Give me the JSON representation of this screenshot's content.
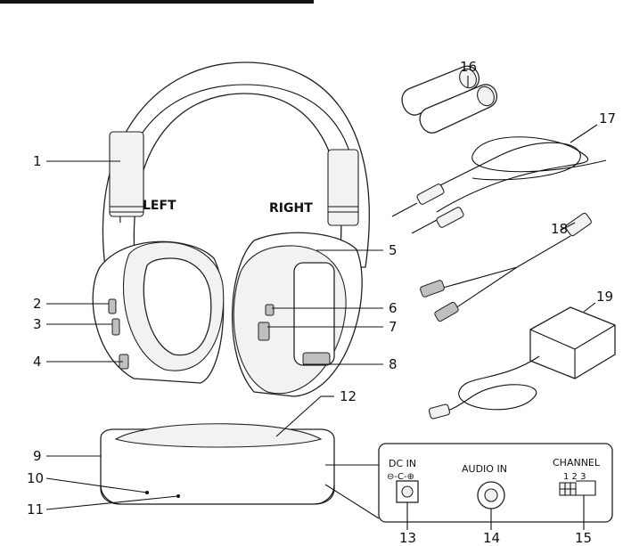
{
  "labels": {
    "left": "LEFT",
    "right": "RIGHT"
  },
  "callouts": [
    "1",
    "2",
    "3",
    "4",
    "5",
    "6",
    "7",
    "8",
    "9",
    "10",
    "11",
    "12",
    "13",
    "14",
    "15",
    "16",
    "17",
    "18",
    "19"
  ],
  "panel": {
    "dc_in": "DC IN",
    "dc_symbol": "⊖-C-⊕",
    "audio_in": "AUDIO IN",
    "channel": "CHANNEL",
    "channel_numbers": "1  2  3"
  }
}
